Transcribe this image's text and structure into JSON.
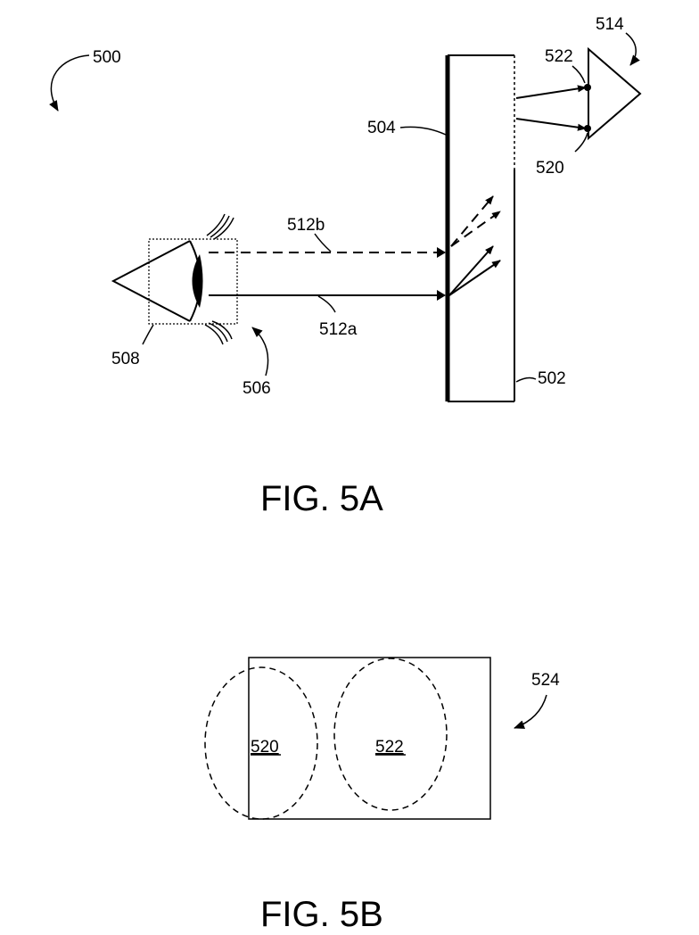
{
  "fig5a": {
    "caption": "FIG. 5A",
    "labels": {
      "r500": "500",
      "r502": "502",
      "r504": "504",
      "r506": "506",
      "r508": "508",
      "r512a": "512a",
      "r512b": "512b",
      "r514": "514",
      "r520": "520",
      "r522": "522"
    }
  },
  "fig5b": {
    "caption": "FIG. 5B",
    "labels": {
      "r520": "520",
      "r522": "522",
      "r524": "524"
    }
  }
}
